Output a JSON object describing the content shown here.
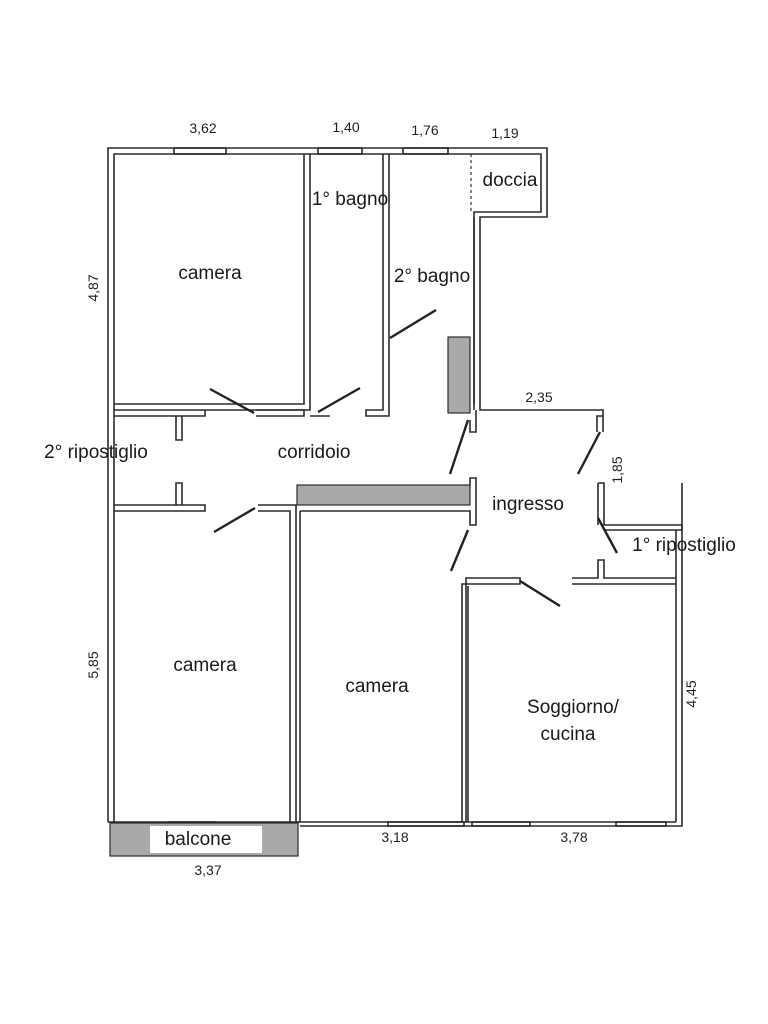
{
  "rooms": {
    "camera_top": "camera",
    "bagno1": "1° bagno",
    "bagno2": "2° bagno",
    "doccia": "doccia",
    "ripostiglio2": "2° ripostiglio",
    "corridoio": "corridoio",
    "ingresso": "ingresso",
    "ripostiglio1": "1° ripostiglio",
    "camera_left": "camera",
    "camera_mid": "camera",
    "soggiorno_line1": "Soggiorno/",
    "soggiorno_line2": "cucina",
    "balcone": "balcone"
  },
  "dimensions": {
    "top_camera": "3,62",
    "top_bagno1": "1,40",
    "top_bagno2": "1,76",
    "top_doccia": "1,19",
    "left_top": "4,87",
    "left_bottom": "5,85",
    "ingresso_top": "2,35",
    "ingresso_right": "1,85",
    "soggiorno_right": "4,45",
    "bottom_balcone": "3,37",
    "bottom_camera": "3,18",
    "bottom_soggiorno": "3,78"
  },
  "colors": {
    "wall": "#2b2b2b",
    "fill": "#a9a9a9"
  }
}
